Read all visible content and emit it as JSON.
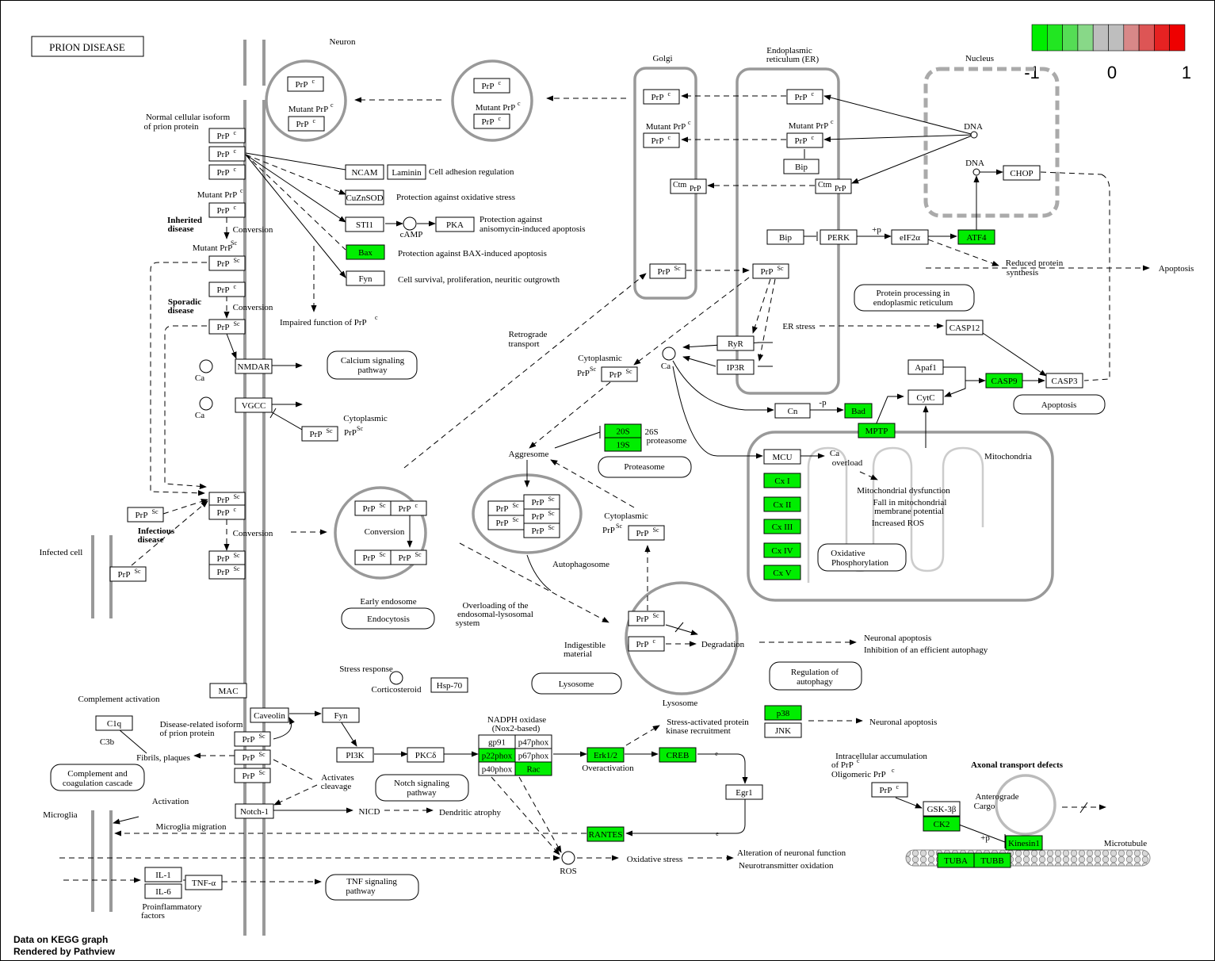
{
  "title": "PRION DISEASE",
  "legend": {
    "min": "-1",
    "mid": "0",
    "max": "1",
    "colors": [
      "#00ee00",
      "#22e622",
      "#55dd55",
      "#88d888",
      "#bebebe",
      "#bebebe",
      "#d88888",
      "#dd5555",
      "#e62222",
      "#ee0000"
    ]
  },
  "footer": {
    "line1": "Data on KEGG graph",
    "line2": "Rendered by Pathview"
  },
  "colors": {
    "up": "#ee0000",
    "down": "#00ee00",
    "neutral": "#bebebe",
    "compartment": "#999999"
  },
  "compartments": {
    "neuron": "Neuron",
    "golgi": "Golgi",
    "er1": "Endoplasmic",
    "er2": "reticulum (ER)",
    "nucleus": "Nucleus",
    "mito": "Mitochondria",
    "early_endosome": "Early endosome",
    "autophagosome": "Autophagosome",
    "lysosome": "Lysosome",
    "microglia": "Microglia",
    "infected_cell": "Infected cell",
    "microtubule": "Microtubule"
  },
  "pathways": {
    "calcium": [
      "Calcium signaling",
      "pathway"
    ],
    "er_processing": [
      "Protein processing in",
      "endoplasmic reticulum"
    ],
    "apoptosis": "Apoptosis",
    "proteasome": "Proteasome",
    "endocytosis": "Endocytosis",
    "lysosome": "Lysosome",
    "autophagy": [
      "Regulation of",
      "autophagy"
    ],
    "oxphos": [
      "Oxidative",
      "Phosphorylation"
    ],
    "complement": [
      "Complement and",
      "coagulation cascade"
    ],
    "notch": [
      "Notch signaling",
      "pathway"
    ],
    "tnf": [
      "TNF signaling",
      "pathway"
    ]
  },
  "genes": {
    "ncam": "NCAM",
    "laminin": "Laminin",
    "cuznsod": "CuZnSOD",
    "sti1": "STI1",
    "pka": "PKA",
    "bax": "Bax",
    "fyn": "Fyn",
    "nmdar": "NMDAR",
    "vgcc": "VGCC",
    "bip1": "Bip",
    "bip2": "Bip",
    "perk": "PERK",
    "eif2a": "eIF2α",
    "atf4": "ATF4",
    "chop": "CHOP",
    "casp12": "CASP12",
    "ryr": "RyR",
    "ip3r": "IP3R",
    "apaf1": "Apaf1",
    "casp9": "CASP9",
    "casp3": "CASP3",
    "cytc": "CytC",
    "cn": "Cn",
    "bad": "Bad",
    "mptp": "MPTP",
    "mcu": "MCU",
    "cx1": "Cx I",
    "cx2": "Cx II",
    "cx3": "Cx III",
    "cx4": "Cx IV",
    "cx5": "Cx V",
    "p20s": "20S",
    "p19s": "19S",
    "mac": "MAC",
    "c1q": "C1q",
    "caveolin": "Caveolin",
    "fyn2": "Fyn",
    "pi3k": "PI3K",
    "pkcd": "PKCδ",
    "hsp70": "Hsp-70",
    "gp91": "gp91",
    "p47": "p47phox",
    "p22": "p22phox",
    "p67": "p67phox",
    "p40": "p40phox",
    "rac": "Rac",
    "erk": "Erk1/2",
    "creb": "CREB",
    "p38": "p38",
    "jnk": "JNK",
    "egr1": "Egr1",
    "notch1": "Notch-1",
    "rantes": "RANTES",
    "il1": "IL-1",
    "il6": "IL-6",
    "tnfa": "TNF-α",
    "gsk3b": "GSK-3β",
    "ck2": "CK2",
    "kinesin1": "Kinesin1",
    "tuba": "TUBA",
    "tubb": "TUBB"
  },
  "labels": {
    "normal1": "Normal cellular isoform",
    "normal2": "of prion protein",
    "mutant": "Mutant PrP",
    "inherited1": "Inherited",
    "inherited2": "disease",
    "sporadic1": "Sporadic",
    "sporadic2": "disease",
    "infectious1": "Infectious",
    "infectious2": "disease",
    "conversion": "Conversion",
    "cell_adhesion": "Cell adhesion regulation",
    "oxidative_prot": "Protection against oxidative stress",
    "camp": "cAMP",
    "aniso1": "Protection against",
    "aniso2": "anisomycin-induced apoptosis",
    "bax_prot": "Protection against BAX-induced apoptosis",
    "fyn_surv": "Cell survival, proliferation, neuritic outgrowth",
    "impaired": "Impaired function of PrP",
    "cytoplasmic": "Cytoplasmic",
    "retro1": "Retrograde",
    "retro2": "transport",
    "dna": "DNA",
    "p_mark": "+p",
    "minus_p": "-p",
    "reduced1": "Reduced protein",
    "reduced2": "synthesis",
    "apoptosis": "Apoptosis",
    "er_stress": "ER stress",
    "ca": "Ca",
    "ca_over1": "Ca",
    "ca_over2": "overload",
    "mito1": "Mitochondrial dysfunction",
    "mito2": "Fall in mitochondrial",
    "mito3": "membrane potential",
    "mito4": "Increased ROS",
    "proteasome26": "26S",
    "proteasome26b": "proteasome",
    "aggresome": "Aggresome",
    "overload1": "Overloading of the",
    "overload2": "endosomal-lysosomal",
    "overload3": "system",
    "indig1": "Indigestible",
    "indig2": "material",
    "degradation": "Degradation",
    "neuronal_apop": "Neuronal apoptosis",
    "inhib_autoph": "Inhibition of an efficient autophagy",
    "stress_resp": "Stress response",
    "cort": "Corticosteroid",
    "complement_act": "Complement activation",
    "c3b": "C3b",
    "disease_iso1": "Disease-related isoform",
    "disease_iso2": "of prion protein",
    "fibrils": "Fibrils, plaques",
    "activation": "Activation",
    "activates1": "Activates",
    "activates2": "cleavage",
    "nadph1": "NADPH oxidase",
    "nadph2": "(Nox2-based)",
    "overact": "Overactivation",
    "stress_kin1": "Stress-activated protein",
    "stress_kin2": "kinase recruitment",
    "neuronal_apop2": "Neuronal apoptosis",
    "nicd": "NICD",
    "dend": "Dendritic atrophy",
    "micro_mig": "Microglia migration",
    "ros": "ROS",
    "ox_stress": "Oxidative stress",
    "alter1": "Alteration of neuronal function",
    "alter2": "Neurotransmitter oxidation",
    "proinf1": "Proinflammatory",
    "proinf2": "factors",
    "intracell1": "Intracellular accumulation",
    "intracell2": "of PrP",
    "oligo": "Oligomeric PrP",
    "axonal": "Axonal transport defects",
    "antero1": "Anterograde",
    "antero2": "Cargo",
    "e_mark": "e"
  },
  "prp": {
    "c": "PrP",
    "c_sup": "c",
    "sc": "PrP",
    "sc_sup": "Sc",
    "ctm": "Ctm",
    "ctm_sub": "PrP"
  }
}
